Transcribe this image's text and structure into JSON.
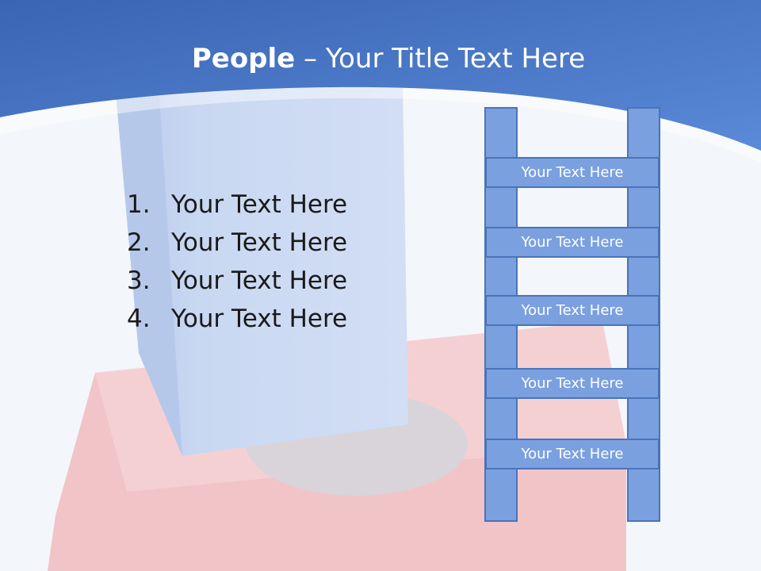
{
  "slide": {
    "title_bold": "People",
    "title_sep": "–",
    "title_rest": "Your Title Text Here"
  },
  "list": {
    "items": [
      {
        "num": "1.",
        "text": "Your Text Here"
      },
      {
        "num": "2.",
        "text": "Your Text Here"
      },
      {
        "num": "3.",
        "text": "Your Text Here"
      },
      {
        "num": "4.",
        "text": "Your Text Here"
      }
    ]
  },
  "ladder": {
    "rungs": [
      "Your Text Here",
      "Your Text Here",
      "Your Text Here",
      "Your Text Here",
      "Your Text Here"
    ]
  },
  "colors": {
    "header_blue": "#3f6fc4",
    "ladder_fill": "#7aa0e0",
    "ladder_border": "#4a74b8",
    "red_block": "#f1c4c8",
    "blue_block": "#c9d8f2"
  }
}
